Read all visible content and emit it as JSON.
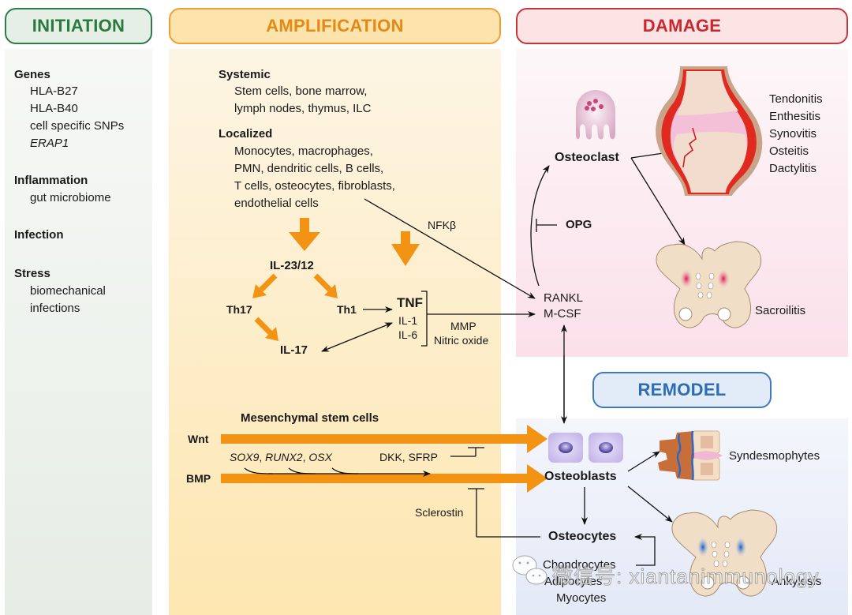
{
  "headers": {
    "initiation": "INITIATION",
    "amplification": "AMPLIFICATION",
    "damage": "DAMAGE",
    "remodel": "REMODEL"
  },
  "colors": {
    "initiation": "#2a7a3e",
    "amplification": "#e38a14",
    "damage": "#c8282e",
    "remodel": "#2d6db5",
    "arrow_orange": "#f39314"
  },
  "initiation": {
    "genes": {
      "title": "Genes",
      "items": [
        "HLA-B27",
        "HLA-B40",
        "cell specific SNPs",
        "ERAP1"
      ]
    },
    "inflammation": {
      "title": "Inflammation",
      "items": [
        "gut microbiome"
      ]
    },
    "infection": {
      "title": "Infection"
    },
    "stress": {
      "title": "Stress",
      "items": [
        "biomechanical",
        "infections"
      ]
    }
  },
  "amplification": {
    "systemic": {
      "title": "Systemic",
      "lines": [
        "Stem cells, bone marrow,",
        "lymph nodes, thymus, ILC"
      ]
    },
    "localized": {
      "title": "Localized",
      "lines": [
        "Monocytes, macrophages,",
        "PMN, dendritic cells, B cells,",
        "T cells, osteocytes, fibroblasts,",
        "endothelial cells"
      ]
    },
    "nfkb": "NFKβ",
    "il23_12": "IL-23/12",
    "th17": "Th17",
    "th1": "Th1",
    "il17": "IL-17",
    "tnf": "TNF",
    "il1": "IL-1",
    "il6": "IL-6",
    "mmp": "MMP",
    "nitric_oxide": "Nitric oxide",
    "msc_title": "Mesenchymal stem cells",
    "wnt": "Wnt",
    "bmp": "BMP",
    "tf_sox9": "SOX9",
    "tf_runx2": "RUNX2",
    "tf_osx": "OSX",
    "comma": ",",
    "dkk_sfrp": "DKK, SFRP",
    "sclerostin": "Sclerostin"
  },
  "damage": {
    "osteoclast": "Osteoclast",
    "opg": "OPG",
    "rankl": "RANKL",
    "mcsf": "M-CSF",
    "joint_conditions": [
      "Tendonitis",
      "Enthesitis",
      "Synovitis",
      "Osteitis",
      "Dactylitis"
    ],
    "sacroiliitis": "Sacroilitis"
  },
  "remodel": {
    "osteoblasts": "Osteoblasts",
    "osteocytes": "Osteocytes",
    "syndesmophytes": "Syndesmophytes",
    "ankylosis": "Ankylosis",
    "other_cells": [
      "Chondrocytes",
      "Adipocytes",
      "Myocytes"
    ]
  },
  "watermark": "微信号: xiantanimmunology"
}
